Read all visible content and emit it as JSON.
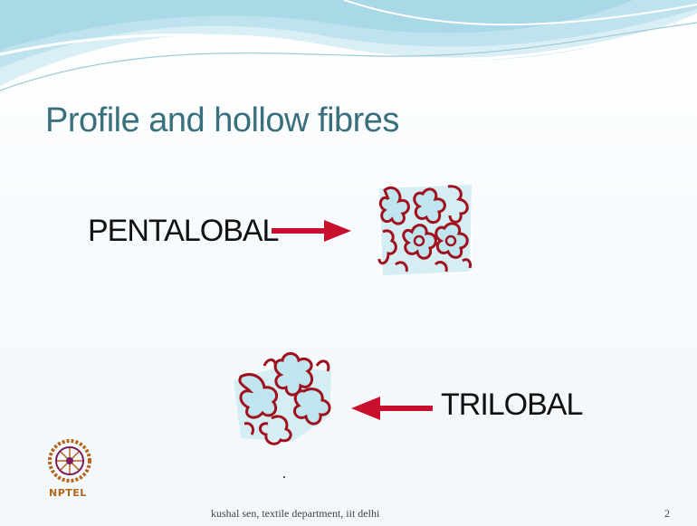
{
  "slide": {
    "title": "Profile and hollow fibres",
    "labels": {
      "pentalobal": "PENTALOBAL",
      "trilobal": "TRILOBAL"
    },
    "footer": "kushal sen, textile department, iit delhi",
    "page_number": "2",
    "logo_text": "NPTEL"
  },
  "colors": {
    "title": "#3a6f7e",
    "arrow": "#c8102e",
    "fibre_outline": "#a0101e",
    "fibre_fill": "#bfe6ee",
    "swoosh": "#9fd3e2"
  }
}
